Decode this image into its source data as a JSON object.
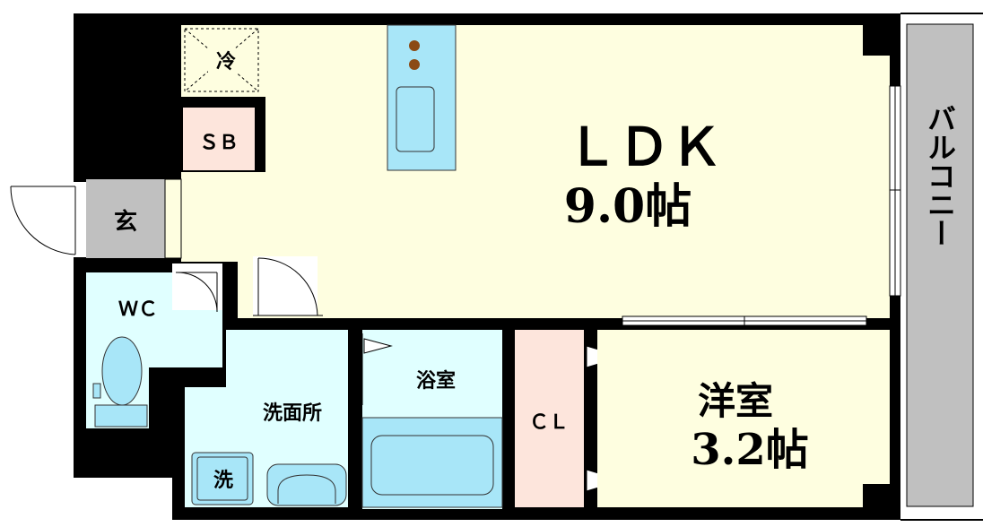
{
  "rooms": {
    "ldk": {
      "name": "ＬＤＫ",
      "size": "9.0帖"
    },
    "western": {
      "name": "洋室",
      "size": "3.2帖"
    },
    "balcony": {
      "name": "バルコニー"
    },
    "entrance": {
      "name": "玄"
    },
    "shoe_box": {
      "name": "ＳＢ"
    },
    "refrigerator": {
      "name": "冷"
    },
    "toilet": {
      "name": "ＷＣ"
    },
    "washroom": {
      "name": "洗面所"
    },
    "bathroom": {
      "name": "浴室"
    },
    "closet": {
      "name": "ＣＬ"
    },
    "washer": {
      "name": "洗"
    }
  },
  "colors": {
    "wall": "#000000",
    "ldk_floor": "#fefee0",
    "western_floor": "#fefee0",
    "wet_area": "#e0ffff",
    "entrance_floor": "#c0c0c0",
    "storage": "#fde5dc",
    "balcony": "#c0c0c0",
    "fixture": "#a8e6f8"
  }
}
